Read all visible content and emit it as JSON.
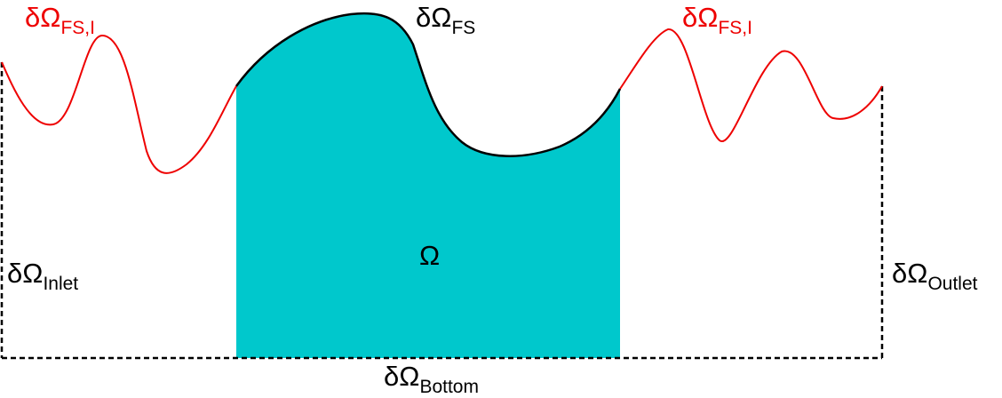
{
  "colors": {
    "fluid_fill": "#00C8CC",
    "interface_curve": "#EE0000",
    "free_surface_curve": "#000000",
    "boundary": "#000000"
  },
  "labels": {
    "fs_interface_left": {
      "base": "δΩ",
      "sub": "FS,I"
    },
    "fs_interface_right": {
      "base": "δΩ",
      "sub": "FS,I"
    },
    "free_surface": {
      "base": "δΩ",
      "sub": "FS"
    },
    "domain": "Ω",
    "inlet": {
      "base": "δΩ",
      "sub": "Inlet"
    },
    "outlet": {
      "base": "δΩ",
      "sub": "Outlet"
    },
    "bottom": {
      "base": "δΩ",
      "sub": "Bottom"
    }
  }
}
